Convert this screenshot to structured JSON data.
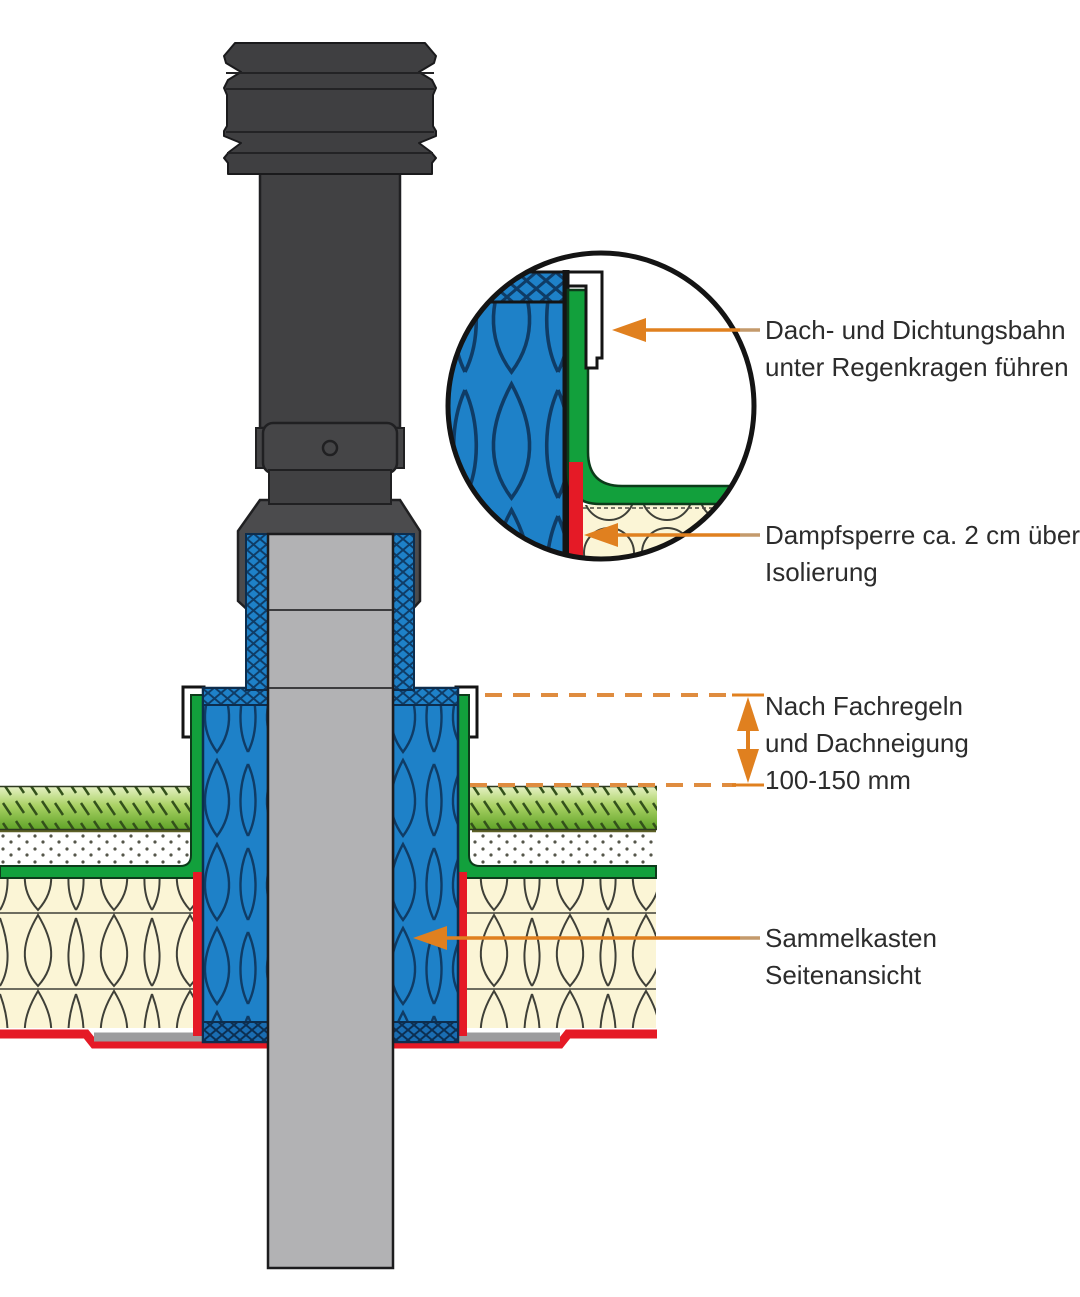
{
  "labels": {
    "rain_membrane": {
      "line1": "Dach- und Dichtungsbahn",
      "line2": "unter Regenkragen führen"
    },
    "vapor_barrier": {
      "line1": "Dampfsperre ca. 2 cm über",
      "line2": "Isolierung"
    },
    "installation_height": {
      "line1": "Nach Fachregeln",
      "line2": "und Dachneigung",
      "line3": "100-150 mm"
    },
    "collection_box": {
      "line1": "Sammelkasten",
      "line2": "Seitenansicht"
    }
  },
  "colors": {
    "insulation_blue": "#1e81c8",
    "insulation_pattern": "#0f3c66",
    "membrane_green": "#12a03c",
    "vapor_red": "#e51a26",
    "insulation_cream": "#fbf5d6",
    "annotation_orange": "#e0801f",
    "pipe_dark": "#414143",
    "pipe_gray": "#b2b2b4"
  }
}
